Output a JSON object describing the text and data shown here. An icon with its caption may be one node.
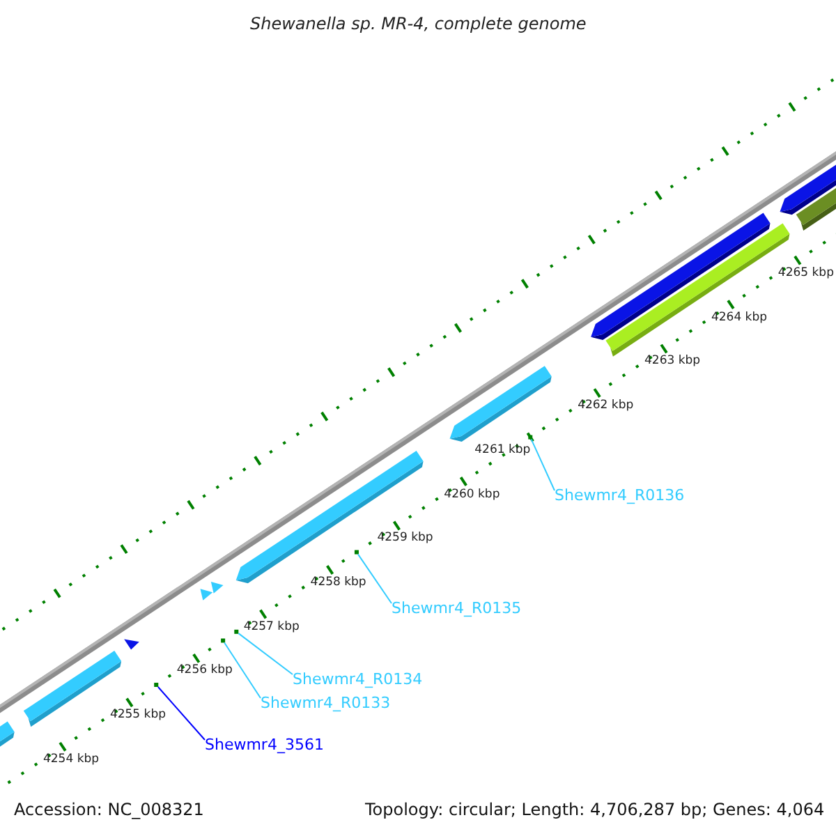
{
  "diagram": {
    "title": "Shewanella sp. MR-4, complete genome",
    "nodes": [
      {
        "text": [
          "Shewmr4_R0136"
        ]
      },
      {
        "text": [
          "Shewmr4_R0135"
        ]
      },
      {
        "text": [
          "Shewmr4_R0134"
        ]
      },
      {
        "text": [
          "Shewmr4_R0133"
        ]
      },
      {
        "text": [
          "Shewmr4_3561"
        ]
      },
      {
        "text": [],
        "shape": "dot"
      },
      {
        "text": [],
        "shape": "dot"
      },
      {
        "text": [],
        "shape": "dot"
      },
      {
        "text": [],
        "shape": "dot"
      },
      {
        "text": [],
        "shape": "dot"
      }
    ],
    "edges": [
      {
        "from": 0,
        "to": 9,
        "arrow": "none"
      },
      {
        "from": 1,
        "to": 8,
        "arrow": "none"
      },
      {
        "from": 2,
        "to": 7,
        "arrow": "none"
      },
      {
        "from": 3,
        "to": 6,
        "arrow": "none"
      },
      {
        "from": 4,
        "to": 5,
        "arrow": "none",
        "color": "#0000ff"
      }
    ],
    "labels": [
      "4265 kbp",
      "4264 kbp",
      "4263 kbp",
      "4262 kbp",
      "4261 kbp",
      "4260 kbp",
      "4259 kbp",
      "4258 kbp",
      "4257 kbp",
      "4256 kbp",
      "4255 kbp",
      "4254 kbp",
      "Accession: NC_008321",
      "Topology: circular; Length: 4,706,287 bp; Genes: 4,064"
    ]
  }
}
